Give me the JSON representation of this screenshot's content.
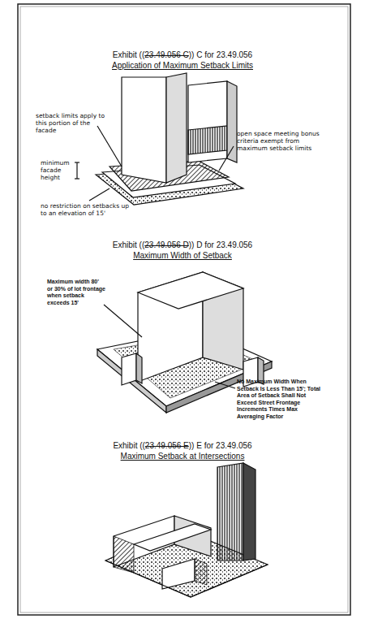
{
  "diagram": {
    "labels": [
      "Exhibit ((",
      "23.49.056 C",
      ")) C for 23.49.056",
      "Application of Maximum Setback Limits",
      "setback limits apply to this portion of the facade",
      "minimum facade height",
      "no restriction on setbacks up to an elevation of 15'",
      "open space meeting bonus criteria exempt from maximum setback limits",
      "Exhibit ((",
      "23.49.056 D",
      ")) D for 23.49.056",
      "Maximum Width of Setback",
      "Maximum width 80' or 30% of lot frontage when setback exceeds 15'",
      "No Maximum Width When Setback Is Less Than 15'; Total Area of Setback Shall Not Exceed Street Frontage Increments Times Max Averaging Factor",
      "Exhibit ((",
      "23.49.056 E",
      ")) E for 23.49.056",
      "Maximum Setback at Intersections"
    ]
  }
}
